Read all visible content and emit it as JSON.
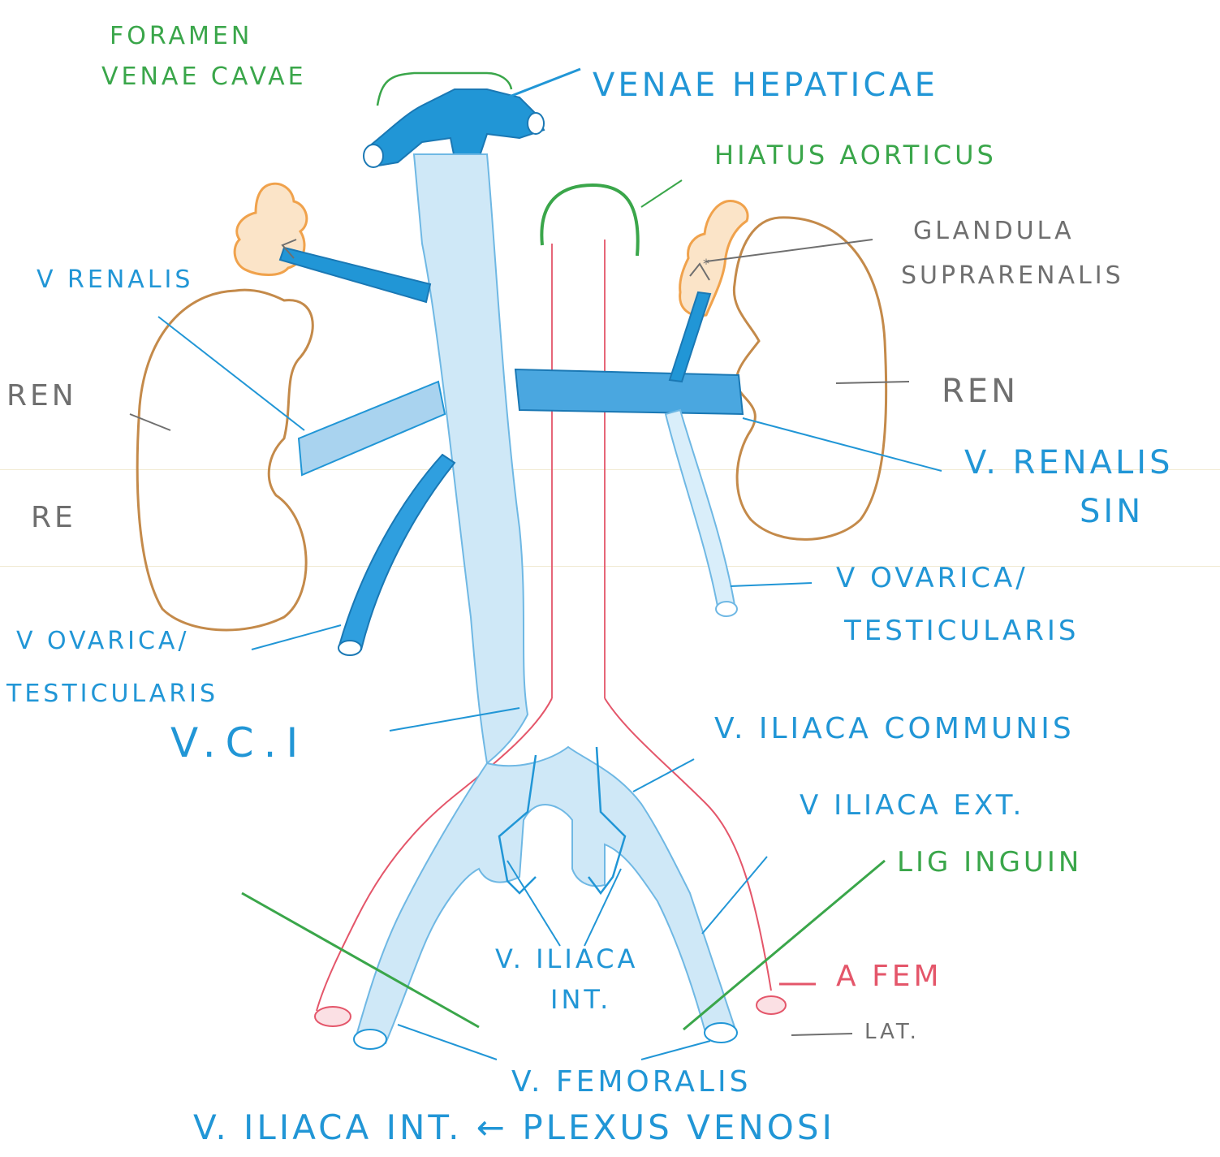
{
  "labels": {
    "foramen_line1": "FORAMEN",
    "foramen_line2": "VENAE CAVAE",
    "venae_hepaticae": "VENAE HEPATICAE",
    "hiatus_aorticus": "HIATUS AORTICUS",
    "glandula_line1": "GLANDULA",
    "glandula_line2": "SUPRARENALIS",
    "v_renalis": "V RENALIS",
    "ren_left": "REN",
    "re_left": "RE",
    "ren_right": "REN",
    "v_renalis_sin_line1": "V. RENALIS",
    "v_renalis_sin_line2": "SIN",
    "v_ovarica_right_line1": "V OVARICA/",
    "v_ovarica_right_line2": "TESTICULARIS",
    "v_ovarica_left_line1": "V OVARICA/",
    "v_ovarica_left_line2": "TESTICULARIS",
    "vci": "V.C.I",
    "v_iliaca_communis": "V. ILIACA COMMUNIS",
    "v_iliaca_ext": "V ILIACA EXT.",
    "lig_inguin": "LIG INGUIN",
    "v_iliaca_int_line1": "V. ILIACA",
    "v_iliaca_int_line2": "INT.",
    "a_fem": "A FEM",
    "lat": "LAT.",
    "v_femoralis": "V. FEMORALIS",
    "bottom_note": "V. ILIACA INT. ← PLEXUS VENOSI"
  },
  "colors": {
    "vein_blue": "#2196d6",
    "vein_fill": "#b9ddf3",
    "artery_red": "#e4566a",
    "green": "#3aa64a",
    "grey": "#6f6f6f",
    "kidney_brown": "#c48a4a",
    "adrenal_orange": "#f0a24c"
  }
}
